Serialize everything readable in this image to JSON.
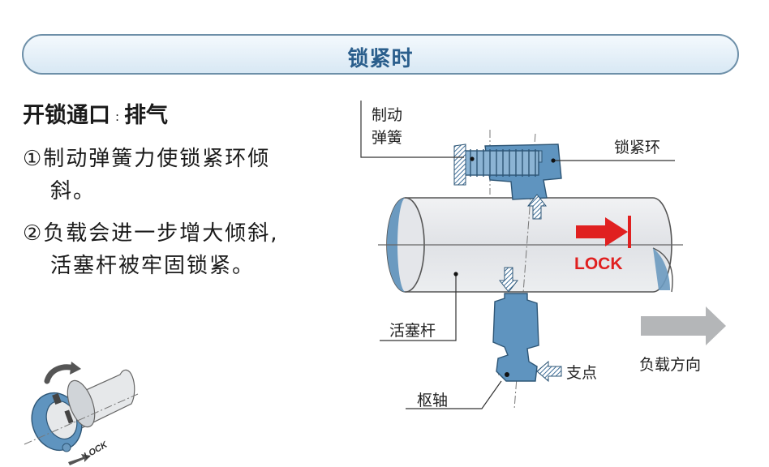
{
  "banner": {
    "title": "锁紧时"
  },
  "text": {
    "heading_main": "开锁通口",
    "heading_sep": ":",
    "heading_sub": "排气",
    "step1_line1": "①制动弹簧力使锁紧环倾",
    "step1_line2": "斜。",
    "step2_line1": "②负载会进一步增大倾斜,",
    "step2_line2": "活塞杆被牢固锁紧。"
  },
  "diagram": {
    "label_spring_line1": "制动",
    "label_spring_line2": "弹簧",
    "label_ring": "锁紧环",
    "label_lock": "LOCK",
    "label_rod": "活塞杆",
    "label_fulcrum": "支点",
    "label_pivot": "枢轴",
    "label_load_dir": "负载方向",
    "thumb_lock": "LOCK"
  },
  "colors": {
    "banner_text": "#2a5e8c",
    "part_blue": "#5f94bf",
    "rod_fill": "#e4e6ea",
    "lock_red": "#e02020",
    "arrow_gray": "#b4b6b8"
  }
}
